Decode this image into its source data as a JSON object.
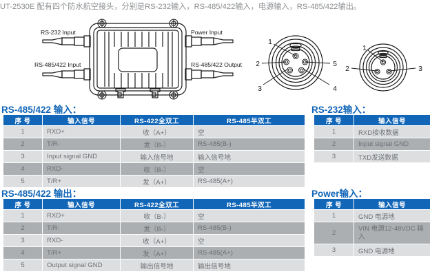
{
  "intro": {
    "text": "UT-2530E 配有四个防水航空接头，分别是RS-232输入，RS-485/422输入，电源输入，RS-485/422输出。"
  },
  "diagram": {
    "labels": {
      "rs232_input": "RS-232 Input",
      "rs485_input": "RS-485/422 Input",
      "power_input": "Power Input",
      "rs485_output": "RS-485/422 Output"
    },
    "connector_5pin": {
      "pins": [
        "1",
        "2",
        "3",
        "4",
        "5"
      ]
    },
    "connector_3pin": {
      "pins": [
        "1",
        "2",
        "3"
      ]
    }
  },
  "sections": {
    "rs485_422_input": {
      "title": "RS-485/422 输入：",
      "headers": [
        "序 号",
        "输入信号",
        "RS-422全双工",
        "RS-485半双工"
      ],
      "rows": [
        [
          "1",
          "RXD+",
          "收（A+）",
          "空"
        ],
        [
          "2",
          "T/R-",
          "发（B-）",
          "RS-485(B-)"
        ],
        [
          "3",
          "Input signal GND",
          "输入信号地",
          "输入信号地"
        ],
        [
          "4",
          "RXD-",
          "收（B-）",
          "空"
        ],
        [
          "5",
          "T/R+",
          "发（A+）",
          "RS-485(A+)"
        ]
      ]
    },
    "rs485_422_output": {
      "title": "RS-485/422 输出：",
      "headers": [
        "序 号",
        "输入信号",
        "RS-422全双工",
        "RS-485半双工"
      ],
      "rows": [
        [
          "1",
          "RXD+",
          "收（B-）",
          "空"
        ],
        [
          "2",
          "T/R-",
          "发（B-）",
          "RS-485(B-)"
        ],
        [
          "3",
          "RXD-",
          "收（A+）",
          "空"
        ],
        [
          "4",
          "T/R+",
          "发（A+）",
          "RS-485(A+)"
        ],
        [
          "5",
          "Output signal GND",
          "输出信号地",
          "输出信号地"
        ]
      ]
    },
    "rs232_input": {
      "title": "RS-232输入：",
      "headers": [
        "序 号",
        "输入信号"
      ],
      "rows": [
        [
          "1",
          "RXD接收数据"
        ],
        [
          "2",
          "Input signal GND"
        ],
        [
          "3",
          "TXD发送数据"
        ]
      ]
    },
    "power_input": {
      "title": "Power输入：",
      "headers": [
        "序 号",
        "输入信号"
      ],
      "rows": [
        [
          "1",
          "GND 电源地"
        ],
        [
          "2",
          "VIN 电源12-48VDC 输入"
        ],
        [
          "3",
          "GND 电源地"
        ]
      ]
    }
  },
  "colors": {
    "header_blue": "#1266b8",
    "row_light": "#dcdee0",
    "row_dark": "#abafb2",
    "text_gray": "#6e7174",
    "intro_gray": "#8a8d90",
    "line": "#1a1a1a"
  }
}
